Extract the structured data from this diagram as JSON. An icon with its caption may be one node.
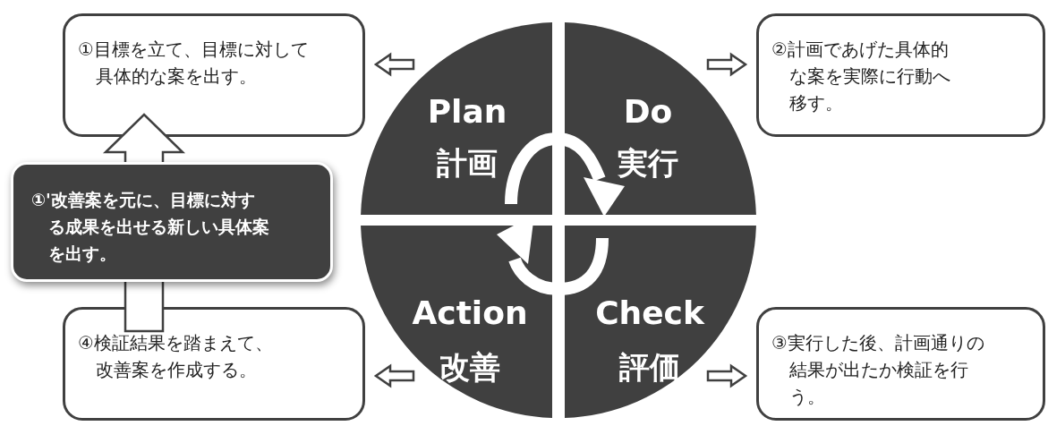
{
  "diagram": {
    "nodes": [
      {
        "text": [
          "Plan",
          "計画"
        ]
      },
      {
        "text": [
          "Do",
          "実行"
        ]
      },
      {
        "text": [
          "Check",
          "評価"
        ]
      },
      {
        "text": [
          "Action",
          "改善"
        ]
      },
      {
        "text": [
          "①目標を立て、目標に対して具体的な案を出す。"
        ]
      },
      {
        "text": [
          "②計画であげた具体的な案を実際に行動へ移す。"
        ]
      },
      {
        "text": [
          "③実行した後、計画通りの結果が出たか検証を行う。"
        ]
      },
      {
        "text": [
          "④検証結果を踏まえて、改善案を作成する。"
        ]
      },
      {
        "text": [
          "①'改善案を元に、目標に対する成果を出せる新しい具体案を出す。"
        ]
      }
    ],
    "edges": [
      {
        "from": 0,
        "to": 4,
        "arrow": "to"
      },
      {
        "from": 1,
        "to": 5,
        "arrow": "to"
      },
      {
        "from": 2,
        "to": 6,
        "arrow": "to"
      },
      {
        "from": 3,
        "to": 7,
        "arrow": "to"
      },
      {
        "from": 7,
        "to": 4,
        "arrow": "to"
      }
    ]
  }
}
